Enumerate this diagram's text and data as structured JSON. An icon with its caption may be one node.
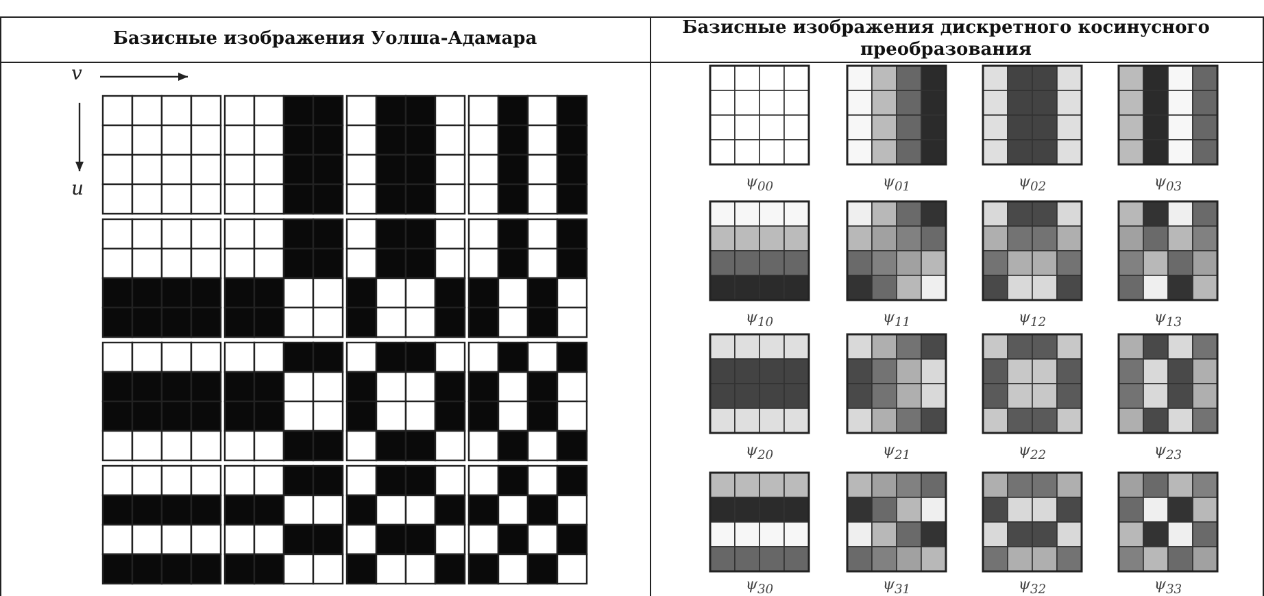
{
  "diagram": {
    "labels": [
      "Базисные изображения Уолша-Адамара",
      "Базисные изображения дискретного косинусного преобразования",
      "v",
      "u",
      "ψ$_{00}$",
      "ψ$_{01}$",
      "ψ$_{02}$",
      "ψ$_{03}$",
      "ψ$_{10}$",
      "ψ$_{11}$",
      "ψ$_{12}$",
      "ψ$_{13}$",
      "ψ$_{20}$",
      "ψ$_{21}$",
      "ψ$_{22}$",
      "ψ$_{23}$",
      "ψ$_{30}$",
      "ψ$_{31}$",
      "ψ$_{32}$",
      "ψ$_{33}$"
    ]
  }
}
